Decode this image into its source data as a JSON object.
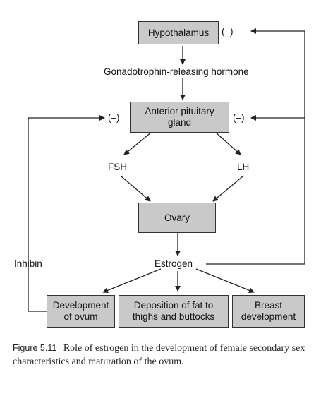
{
  "nodes": {
    "hypothalamus": "Hypothalamus",
    "pituitary": "Anterior pituitary gland",
    "ovary": "Ovary",
    "ovum_development": "Development of ovum",
    "fat_deposition": "Deposition of fat to thighs and buttocks",
    "breast_development": "Breast development"
  },
  "labels": {
    "gnrh": "Gonadotrophin-releasing hormone",
    "fsh": "FSH",
    "lh": "LH",
    "estrogen": "Estrogen",
    "inhibin": "Inhibin",
    "neg_hypothalamus": "(–)",
    "neg_pituitary_left": "(–)",
    "neg_pituitary_right": "(–)"
  },
  "caption": {
    "figure_number": "Figure 5.11",
    "text": "Role of estrogen in the development of female secondary sex characteristics and maturation of the ovum."
  }
}
